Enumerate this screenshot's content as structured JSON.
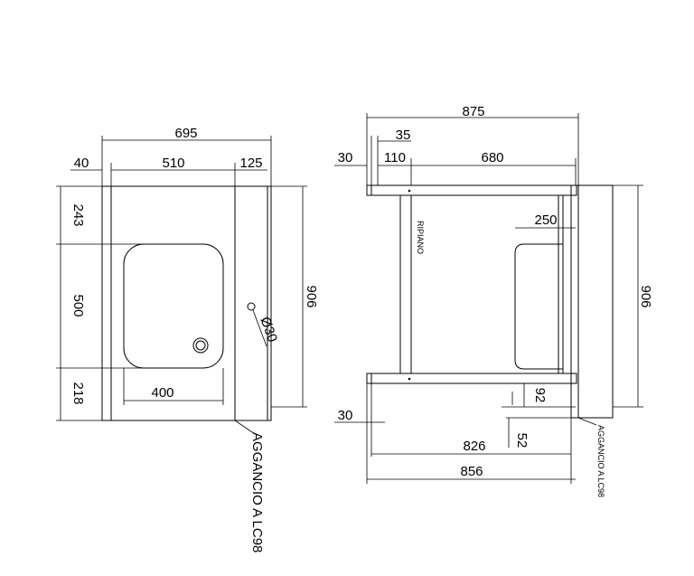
{
  "front_view": {
    "dims": {
      "overall_width": "695",
      "left_offset": "40",
      "bowl_top_width": "510",
      "right_strip": "125",
      "top_section": "243",
      "bowl_height": "500",
      "bottom_section": "218",
      "bowl_bottom_width": "400",
      "overall_height": "906",
      "hole_diameter": "Ø30"
    },
    "callout": "AGGANCIO A LC98"
  },
  "side_view": {
    "dims": {
      "overall_depth": "875",
      "leg_offset": "30",
      "inner_offset": "35",
      "gap_110": "110",
      "span_680": "680",
      "shelf_depth": "250",
      "overall_height": "906",
      "lower_gap": "92",
      "foot_offset": "30",
      "base_826": "826",
      "base_52": "52",
      "base_856": "856"
    },
    "shelf_label": "RIPIANO",
    "callout": "AGGANCIO A LC98"
  }
}
